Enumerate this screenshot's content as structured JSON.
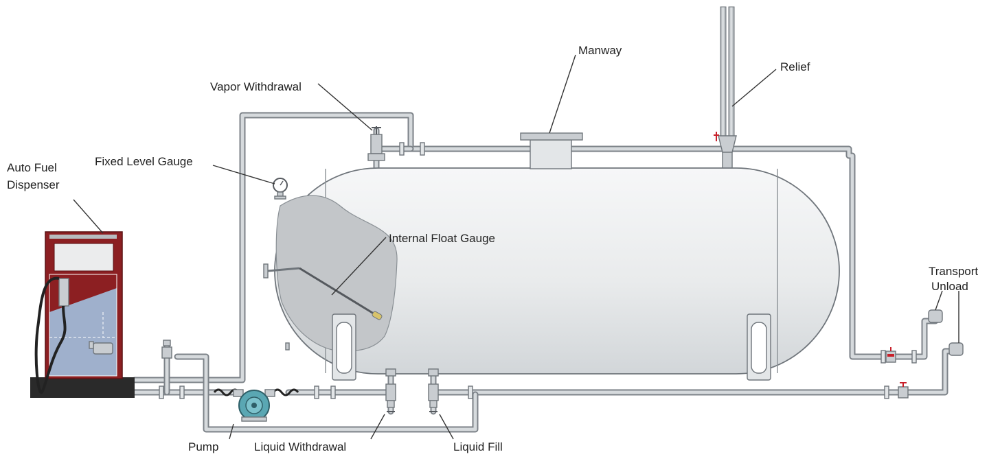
{
  "labels": {
    "auto_fuel_dispenser_line1": "Auto Fuel",
    "auto_fuel_dispenser_line2": "Dispenser",
    "fixed_level_gauge": "Fixed Level Gauge",
    "vapor_withdrawal": "Vapor Withdrawal",
    "manway": "Manway",
    "relief": "Relief",
    "internal_float_gauge": "Internal Float Gauge",
    "transport_unload_line1": "Transport",
    "transport_unload_line2": "Unload",
    "pump": "Pump",
    "liquid_withdrawal": "Liquid Withdrawal",
    "liquid_fill": "Liquid Fill"
  },
  "colors": {
    "dispenser_body": "#8c1f22",
    "dispenser_liquid": "#9fb0cc",
    "dispenser_base": "#2a2a2a",
    "tank_body": "#e9ebec",
    "tank_cutaway": "#c3c6c9",
    "pump_body": "#5aa7b3",
    "valve_handle": "#c8202a"
  }
}
